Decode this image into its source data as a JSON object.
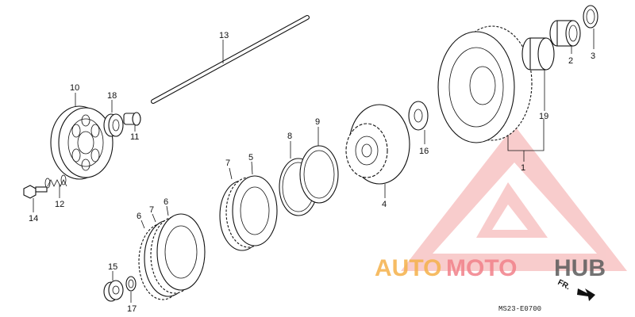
{
  "labels": {
    "p1": "1",
    "p2": "2",
    "p3": "3",
    "p4": "4",
    "p5": "5",
    "p6a": "6",
    "p6b": "6",
    "p7a": "7",
    "p7b": "7",
    "p8": "8",
    "p9": "9",
    "p10": "10",
    "p11": "11",
    "p12": "12",
    "p13": "13",
    "p14": "14",
    "p15": "15",
    "p16": "16",
    "p17": "17",
    "p18": "18",
    "p19": "19"
  },
  "diagram_code": "MS23-E0700",
  "direction_label": "FR.",
  "watermark": {
    "part_a": "AUTO",
    "part_b": "MOTO",
    "part_c": "HUB"
  },
  "colors": {
    "watermark_orange": "#f5b14a",
    "watermark_pink": "#f2818a",
    "watermark_gray": "#5b5b5b",
    "line": "#111111"
  }
}
